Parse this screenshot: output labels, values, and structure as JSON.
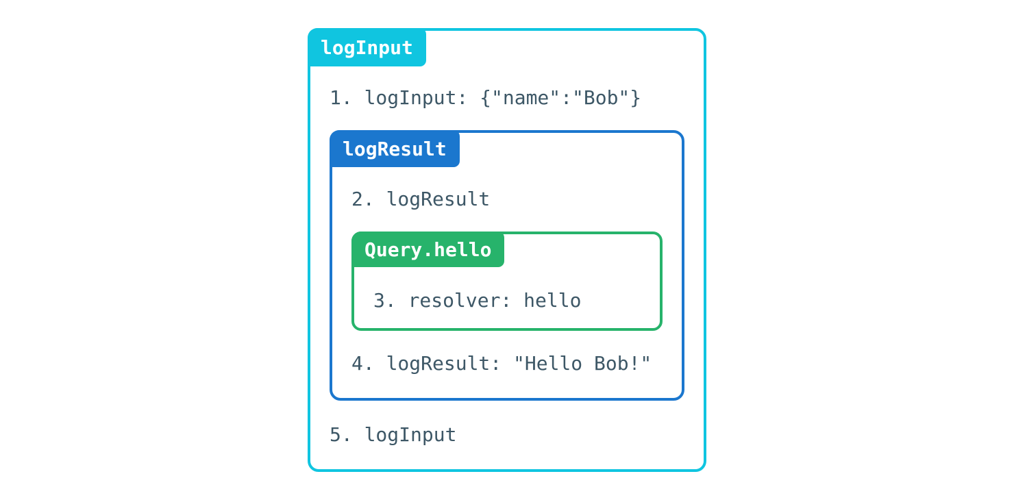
{
  "colors": {
    "outer": "#10c5e0",
    "middle": "#1b77ce",
    "inner": "#27b36b",
    "text": "#3d5766",
    "label-text": "#ffffff",
    "bg": "#ffffff"
  },
  "diagram": {
    "outer": {
      "label": "logInput"
    },
    "middle": {
      "label": "logResult"
    },
    "inner": {
      "label": "Query.hello"
    },
    "steps": [
      {
        "text": "1. logInput: {\"name\":\"Bob\"}"
      },
      {
        "text": "2. logResult"
      },
      {
        "text": "3. resolver: hello"
      },
      {
        "text": "4. logResult: \"Hello Bob!\""
      },
      {
        "text": "5. logInput"
      }
    ]
  }
}
